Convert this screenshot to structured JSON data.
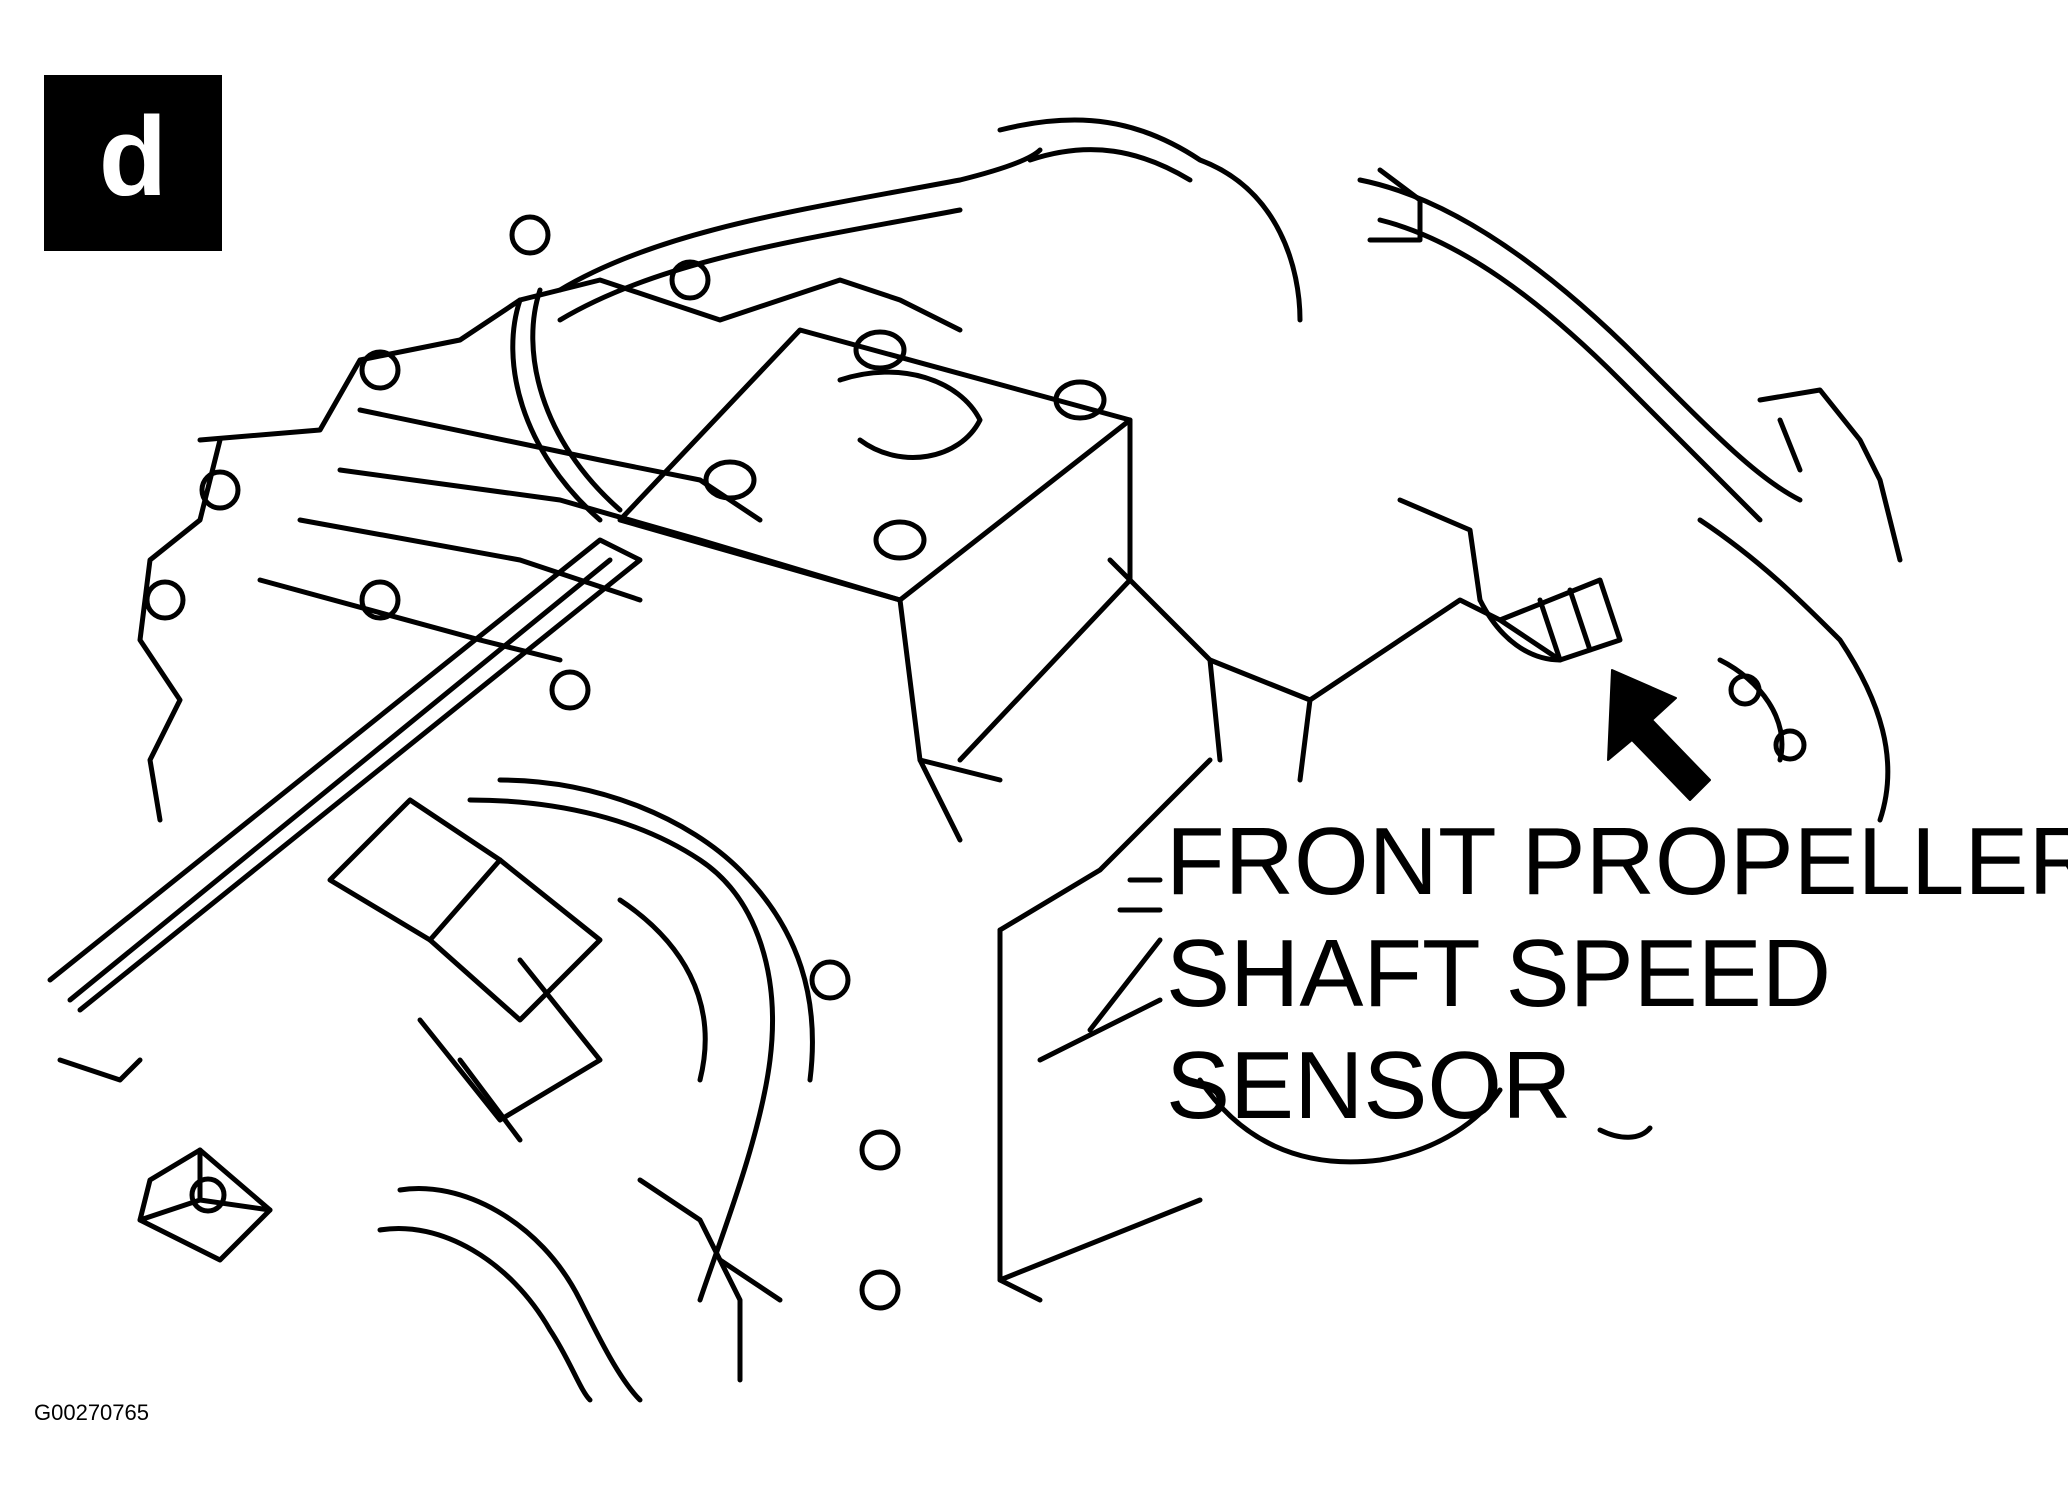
{
  "step_badge": {
    "letter": "d"
  },
  "callout": {
    "lines": [
      "FRONT PROPELLER",
      "SHAFT SPEED",
      "SENSOR"
    ]
  },
  "figure_id": "G00270765",
  "colors": {
    "ink": "#000000",
    "paper": "#ffffff"
  }
}
